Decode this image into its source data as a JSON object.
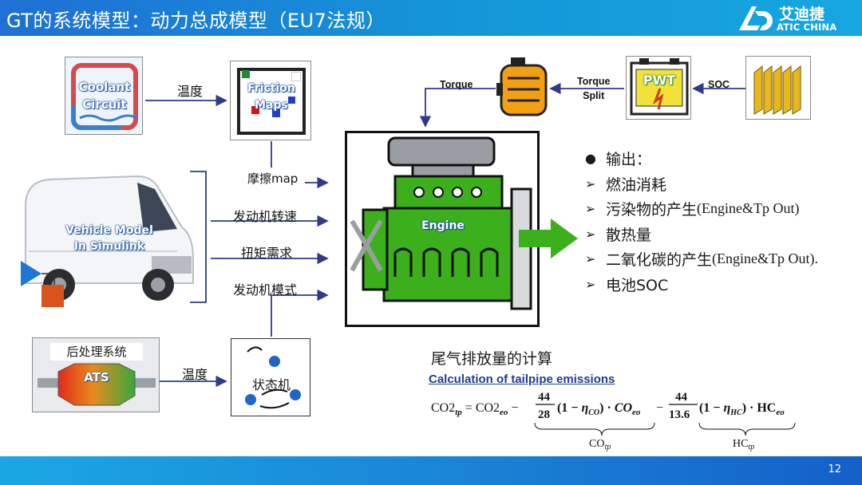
{
  "header": {
    "title": "GT的系统模型：动力总成模型（EU7法规）",
    "brand_cn": "艾迪捷",
    "brand_en": "ATIC CHINA"
  },
  "diagram": {
    "coolant_circuit": [
      "Coolant",
      "Circuit"
    ],
    "friction_maps": [
      "Friction",
      "Maps"
    ],
    "vehicle_model": [
      "Vehicle Model",
      "In Simulink"
    ],
    "ats_title": "后处理系统",
    "ats_label": "ATS",
    "state_machine": "状态机",
    "engine_label": "Engine",
    "battery_label": "PWT",
    "signals": {
      "temp_top": "温度",
      "temp_bottom": "温度",
      "friction_map": "摩擦map",
      "engine_speed": "发动机转速",
      "torque_demand": "扭矩需求",
      "engine_mode": "发动机模式",
      "torque": "Torque",
      "torque_split": [
        "Torque",
        "Split"
      ],
      "soc": "SOC"
    }
  },
  "outputs": {
    "heading": "输出：",
    "items": [
      {
        "cn": "燃油消耗",
        "en": ""
      },
      {
        "cn": "污染物的产生",
        "en": "(Engine&Tp Out)"
      },
      {
        "cn": "散热量",
        "en": ""
      },
      {
        "cn": "二氧化碳的产生",
        "en": " (Engine&Tp Out)."
      },
      {
        "cn": "电池SOC",
        "en": ""
      }
    ]
  },
  "calc": {
    "title": "尾气排放量的计算",
    "subtitle": "Calculation of tailpipe emissions"
  },
  "footer": {
    "page": "12"
  },
  "colors": {
    "header": "#1f6fd4",
    "engine_green": "#3cb01c",
    "arrow": "#2e3a8c"
  }
}
